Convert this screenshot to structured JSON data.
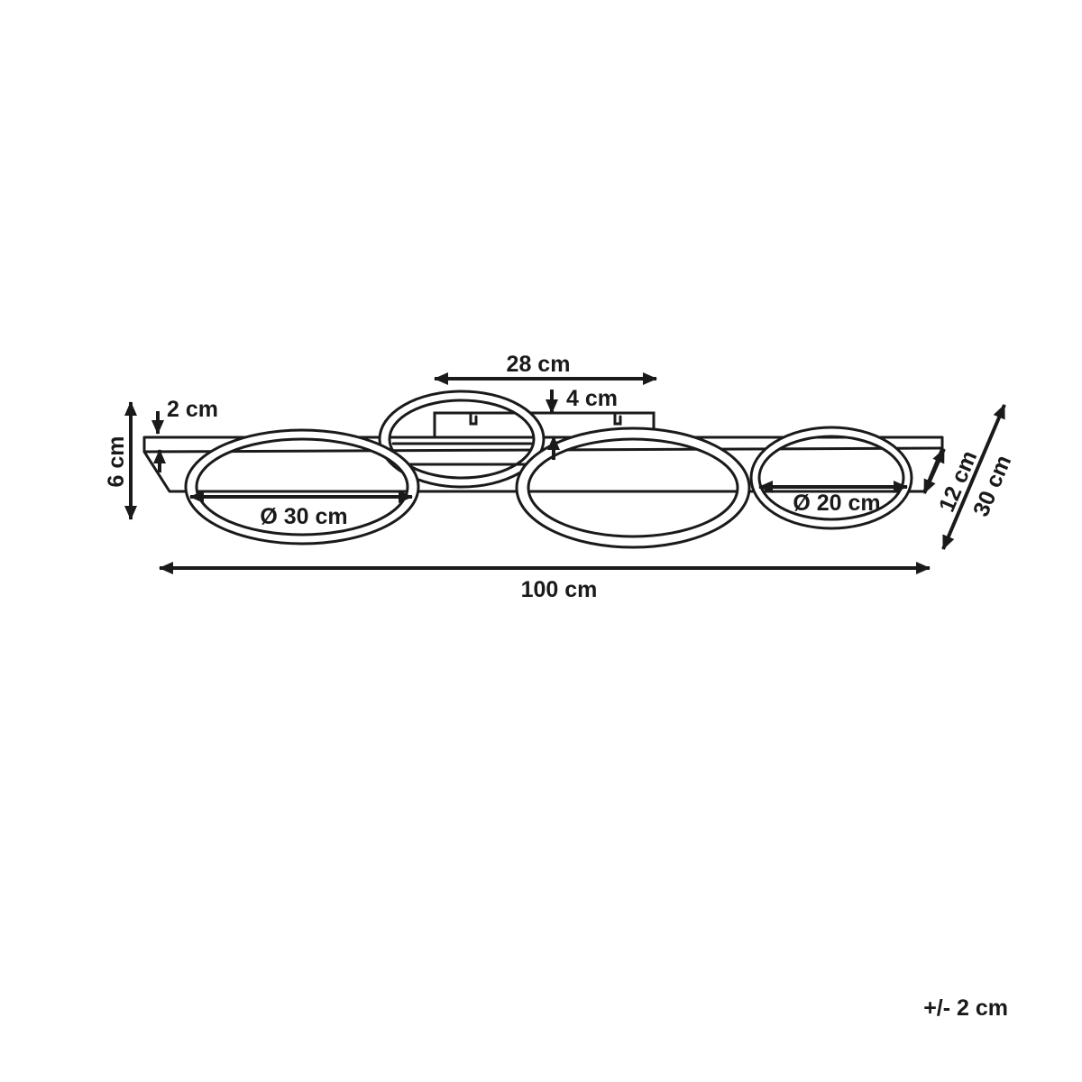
{
  "dimensions": {
    "bracket_width": "28 cm",
    "bracket_gap": "4 cm",
    "plate_thickness": "2 cm",
    "total_height": "6 cm",
    "large_ring_diameter": "Ø 30 cm",
    "small_ring_diameter": "Ø 20 cm",
    "plate_depth": "12 cm",
    "overall_depth": "30 cm",
    "overall_length": "100 cm"
  },
  "tolerance": "+/- 2 cm"
}
